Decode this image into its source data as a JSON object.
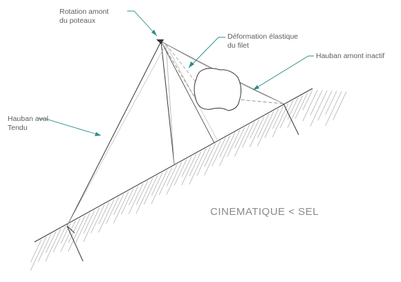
{
  "labels": {
    "rotation_line1": "Rotation amont",
    "rotation_line2": "du poteaux",
    "deformation_line1": "Déformation élastique",
    "deformation_line2": "du filet",
    "hauban_amont": "Hauban amont inactif",
    "hauban_aval_line1": "Hauban aval",
    "hauban_aval_line2": "Tendu",
    "caption": "CINEMATIQUE < SEL"
  },
  "colors": {
    "structure": "#333333",
    "dashed": "#888888",
    "leader": "#2e8b8b",
    "hatch": "#9a9a9a"
  }
}
